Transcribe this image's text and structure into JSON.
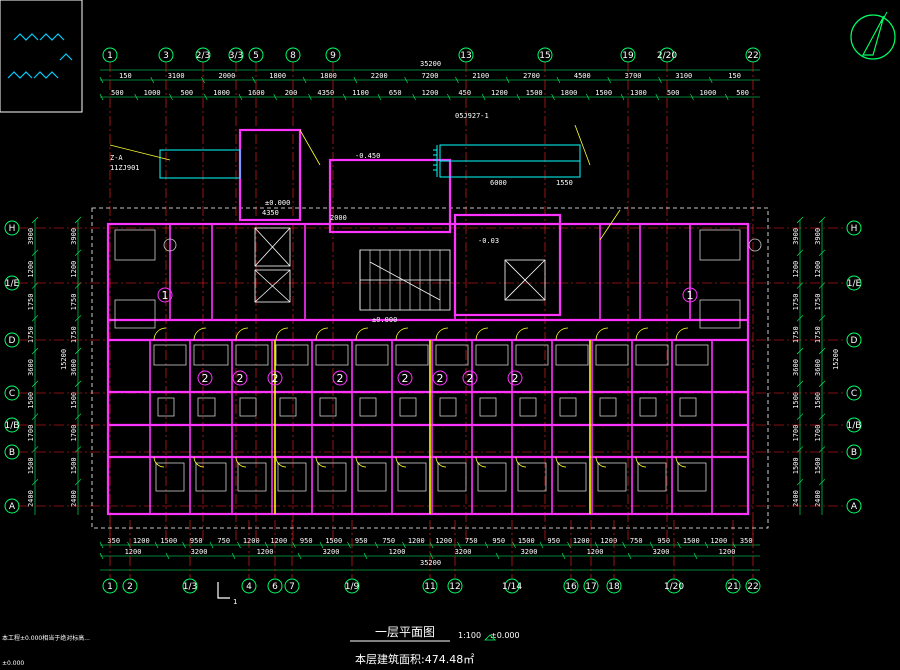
{
  "drawing": {
    "title": "一层平面图",
    "scale": "1:100",
    "elevation": "±0.000",
    "area_note": "本层建筑面积:474.48㎡",
    "corner_note_1": "±0.000",
    "section_mark": "1",
    "bottom_left_note": "本工程±0.000相当于绝对标高...",
    "bottom_left_note2": "±0.000"
  },
  "overall_dims": {
    "top_total": "35200",
    "bottom_total": "35200",
    "left_total": "15200",
    "right_total": "15200"
  },
  "top_axes": [
    "1",
    "3",
    "2/3",
    "3/3",
    "5",
    "8",
    "9",
    "13",
    "15",
    "19",
    "2/20",
    "22"
  ],
  "bottom_axes": [
    "1",
    "2",
    "1/3",
    "4",
    "6",
    "7",
    "1/9",
    "11",
    "12",
    "1/14",
    "16",
    "17",
    "18",
    "1/20",
    "21",
    "22"
  ],
  "side_axes": [
    "H",
    "1/E",
    "D",
    "C",
    "1/B",
    "B",
    "A"
  ],
  "top_dims_row1": [
    "150",
    "3100",
    "2000",
    "1800",
    "1800",
    "2200",
    "7200",
    "2100",
    "2700",
    "4500",
    "3700",
    "3100",
    "150"
  ],
  "top_dims_row2": [
    "500",
    "1000",
    "500",
    "1000",
    "1600",
    "200",
    "4350",
    "1100",
    "650",
    "1200",
    "450",
    "1200",
    "1500",
    "1800",
    "1500",
    "1300",
    "500",
    "1000",
    "500"
  ],
  "bottom_dims_row1": [
    "350",
    "1200",
    "1500",
    "950",
    "750",
    "1200",
    "1200",
    "950",
    "1500",
    "950",
    "750",
    "1200",
    "1200",
    "750",
    "950",
    "1500",
    "950",
    "1200",
    "1200",
    "750",
    "950",
    "1500",
    "1200",
    "350"
  ],
  "bottom_dims_row2": [
    "1200",
    "3200",
    "1200",
    "3200",
    "1200",
    "3200",
    "3200",
    "1200",
    "3200",
    "1200"
  ],
  "left_dims": [
    "3900",
    "1200",
    "1750",
    "1750",
    "3600",
    "1500",
    "1700",
    "1500",
    "2400"
  ],
  "right_dims": [
    "3900",
    "1200",
    "1750",
    "1750",
    "3600",
    "1500",
    "1700",
    "1500",
    "2400"
  ],
  "room_numbers": [
    "1",
    "2",
    "2",
    "2",
    "2",
    "2",
    "2",
    "2",
    "2",
    "1"
  ],
  "annotations": [
    "05J927-1",
    "Z-A",
    "11ZJ901",
    "±0.000",
    "-0.450",
    "-0.03",
    "4350",
    "±0.000",
    "6000",
    "1550",
    "2000"
  ],
  "north_arrow": "N",
  "colors": {
    "background": "#000000",
    "wall": "#ff33ff",
    "axis": "#ff2020",
    "dim": "#00ff66",
    "furniture": "#cfcfcf",
    "detail": "#00ffff",
    "stair": "#ffffff",
    "door": "#ffff33",
    "bubble": "#00ff66",
    "accent_yellow": "#ffff00"
  }
}
